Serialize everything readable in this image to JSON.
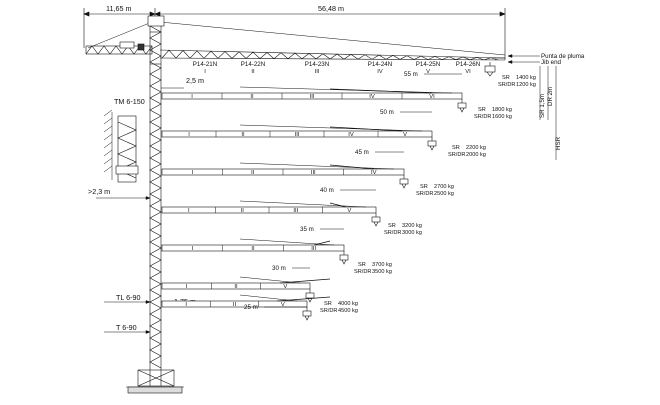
{
  "dimensions": {
    "counter_jib": "11,65 m",
    "jib_total": "56,48 m"
  },
  "jib_end_labels": {
    "punta": "Punta de pluma",
    "jib_end": "Jib end"
  },
  "sections": [
    {
      "code": "P14-21N",
      "roman": "I"
    },
    {
      "code": "P14-22N",
      "roman": "II"
    },
    {
      "code": "P14-23N",
      "roman": "III"
    },
    {
      "code": "P14-24N",
      "roman": "IV"
    },
    {
      "code": "P14-25N",
      "roman": "V"
    },
    {
      "code": "P14-26N",
      "roman": "VI"
    }
  ],
  "side_labels": {
    "sr": "SR 1,5m",
    "dr": "DR 2m",
    "hsr": "HSR"
  },
  "tower": {
    "tm": "TM 6-150",
    "tl": "TL 6-90",
    "t": "T 6-90",
    "offset_top": "2,5 m",
    "offset_mid": "1,75 m",
    "clearance": ">2,3 m"
  },
  "configs": [
    {
      "reach": "55 m",
      "sections": [
        "I",
        "II",
        "III",
        "IV",
        "VI"
      ],
      "sr": "SR",
      "dr": "SR/DR",
      "load_sr": "1400 kg",
      "load_dr": "1200 kg"
    },
    {
      "reach": "50 m",
      "sections": [
        "I",
        "II",
        "III",
        "IV",
        "V"
      ],
      "sr": "SR",
      "dr": "SR/DR",
      "load_sr": "1800 kg",
      "load_dr": "1600 kg"
    },
    {
      "reach": "45 m",
      "sections": [
        "I",
        "II",
        "III",
        "IV"
      ],
      "sr": "SR",
      "dr": "SR/DR",
      "load_sr": "2200 kg",
      "load_dr": "2000 kg"
    },
    {
      "reach": "40 m",
      "sections": [
        "I",
        "II",
        "III",
        "V"
      ],
      "sr": "SR",
      "dr": "SR/DR",
      "load_sr": "2700 kg",
      "load_dr": "2500 kg"
    },
    {
      "reach": "35 m",
      "sections": [
        "I",
        "II",
        "III"
      ],
      "sr": "SR",
      "dr": "SR/DR",
      "load_sr": "3200 kg",
      "load_dr": "3000 kg"
    },
    {
      "reach": "30 m",
      "sections": [
        "I",
        "II",
        "V"
      ],
      "sr": "SR",
      "dr": "SR/DR",
      "load_sr": "3700 kg",
      "load_dr": "3500 kg"
    },
    {
      "reach": "25 m",
      "sections": [
        "I",
        "II",
        "V"
      ],
      "sr": "SR",
      "dr": "SR/DR",
      "load_sr": "4000 kg",
      "load_dr": "4500 kg"
    }
  ]
}
